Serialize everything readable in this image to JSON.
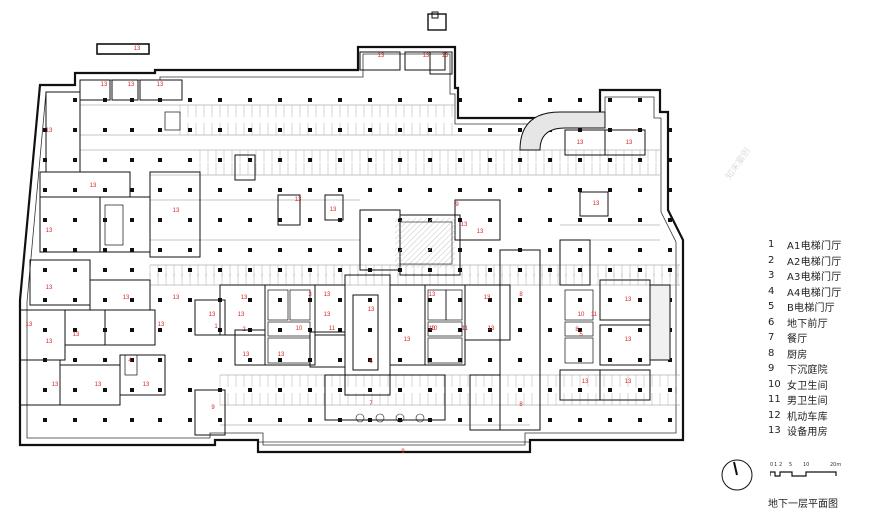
{
  "diagram": {
    "caption": "地下一层平面图",
    "watermark": "知末案例",
    "scale_bar": {
      "ticks": [
        "0",
        "1",
        "2",
        "5",
        "10",
        "20m"
      ]
    },
    "north_arrow": "north-arrow-icon",
    "legend": [
      {
        "num": "1",
        "label": "A1电梯门厅"
      },
      {
        "num": "2",
        "label": "A2电梯门厅"
      },
      {
        "num": "3",
        "label": "A3电梯门厅"
      },
      {
        "num": "4",
        "label": "A4电梯门厅"
      },
      {
        "num": "5",
        "label": "B电梯门厅"
      },
      {
        "num": "6",
        "label": "地下前厅"
      },
      {
        "num": "7",
        "label": "餐厅"
      },
      {
        "num": "8",
        "label": "厨房"
      },
      {
        "num": "9",
        "label": "下沉庭院"
      },
      {
        "num": "10",
        "label": "女卫生间"
      },
      {
        "num": "11",
        "label": "男卫生间"
      },
      {
        "num": "12",
        "label": "机动车库"
      },
      {
        "num": "13",
        "label": "设备用房"
      }
    ],
    "room_labels": [
      "13",
      "13",
      "13",
      "13",
      "13",
      "13",
      "13",
      "13",
      "13",
      "13",
      "13",
      "13",
      "13",
      "13",
      "13",
      "13",
      "13",
      "13",
      "13",
      "13",
      "13",
      "13",
      "13",
      "13",
      "13",
      "13",
      "13",
      "13",
      "13",
      "13",
      "13",
      "13",
      "13",
      "13",
      "13",
      "13",
      "13",
      "13",
      "13",
      "13",
      "13",
      "13",
      "13",
      "13",
      "13",
      "9",
      "9",
      "9",
      "8",
      "8",
      "8",
      "6",
      "7",
      "5",
      "4",
      "1",
      "2",
      "3",
      "10",
      "11",
      "10",
      "11",
      "10",
      "11"
    ],
    "colors": {
      "wall": "#111111",
      "thin_line": "#8a8a8a",
      "label": "#d8262b",
      "hatch": "#c8c8c8"
    }
  }
}
